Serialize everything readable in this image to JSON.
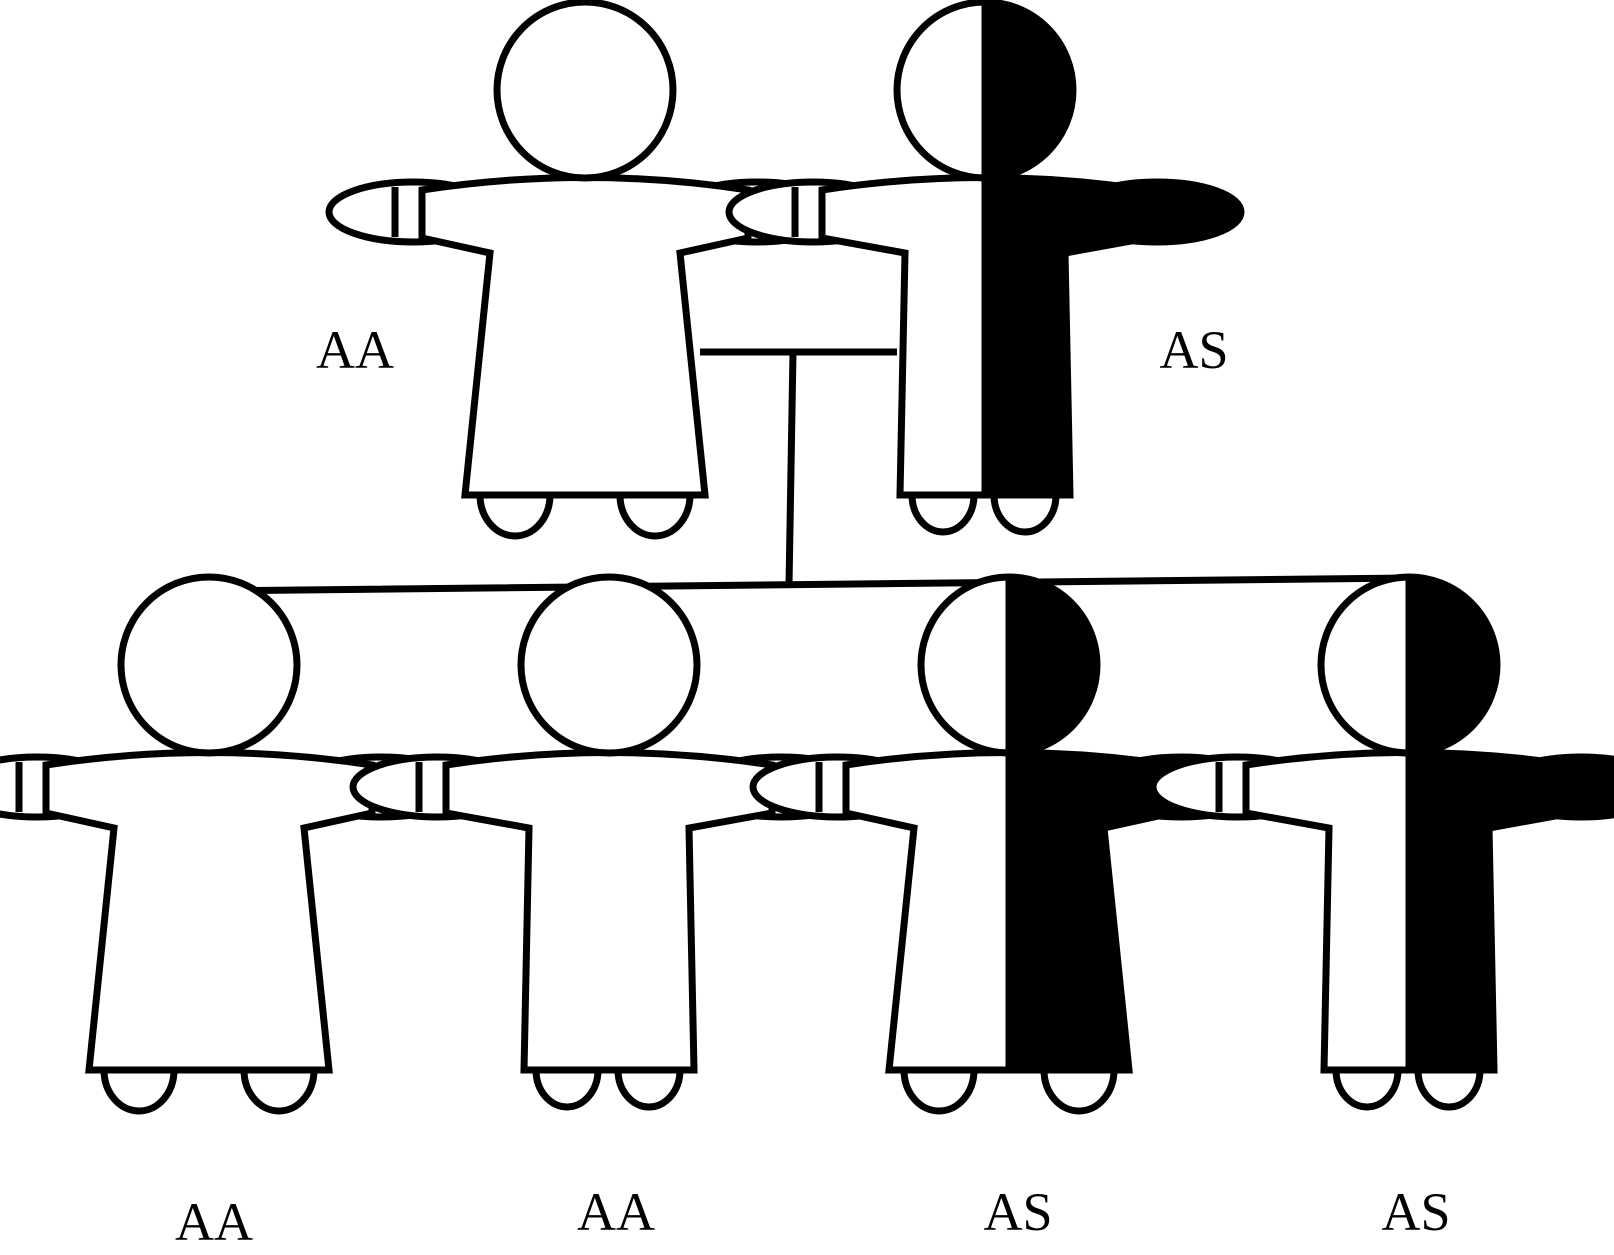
{
  "parents": [
    {
      "genotype": "AA",
      "figure": "dress",
      "pattern": "unaffected"
    },
    {
      "genotype": "AS",
      "figure": "trousers",
      "pattern": "half-shaded"
    }
  ],
  "children": [
    {
      "genotype": "AA",
      "figure": "dress",
      "pattern": "unaffected"
    },
    {
      "genotype": "AA",
      "figure": "trousers",
      "pattern": "unaffected"
    },
    {
      "genotype": "AS",
      "figure": "dress",
      "pattern": "half-shaded"
    },
    {
      "genotype": "AS",
      "figure": "trousers",
      "pattern": "half-shaded"
    }
  ],
  "colors": {
    "line": "#000000",
    "fill": "#ffffff",
    "shade": "#000000"
  }
}
